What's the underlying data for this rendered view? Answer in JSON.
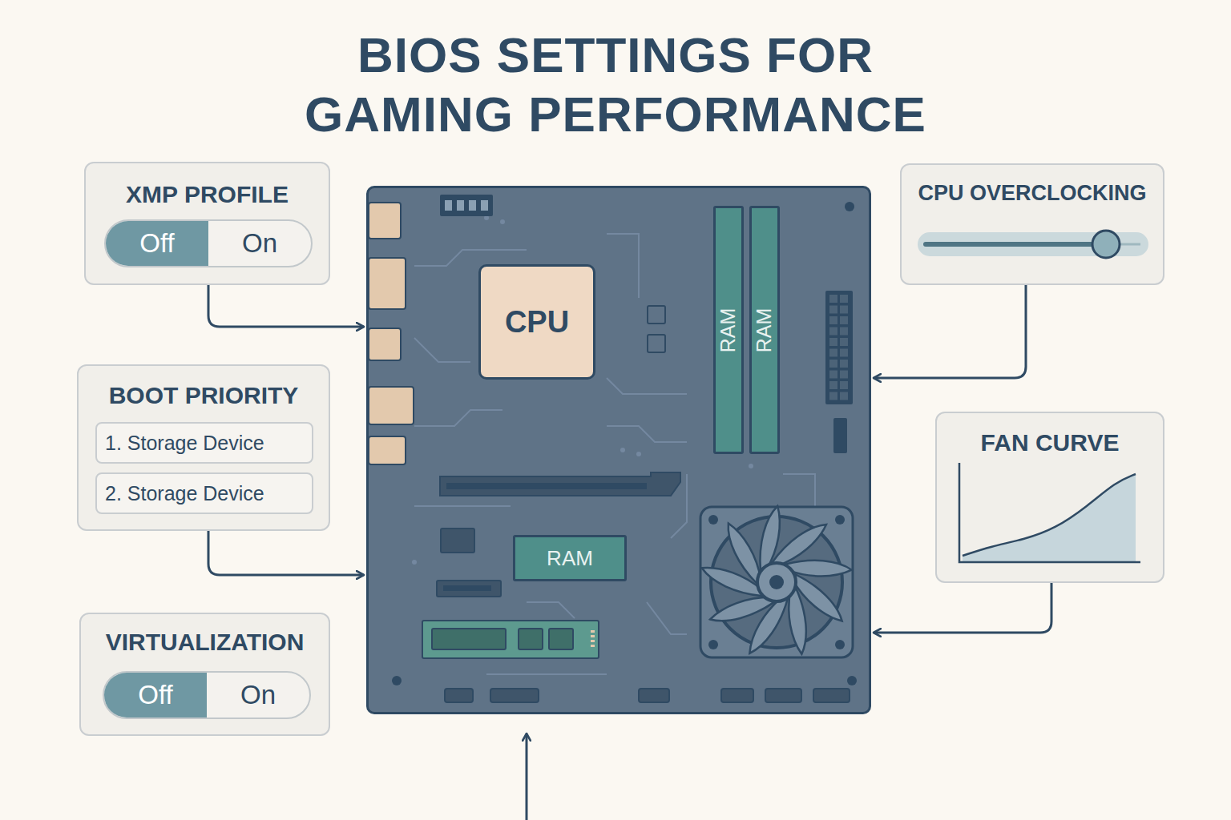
{
  "diagram": {
    "title": "BIOS SETTINGS FOR GAMING PERFORMANCE",
    "nodes": [
      {
        "text": [
          "XMP PROFILE"
        ]
      },
      {
        "text": [
          "Off",
          "On"
        ],
        "in": 0
      },
      {
        "text": []
      },
      {
        "text": [
          "CPU"
        ],
        "in": 2
      },
      {
        "text": [
          "RAM"
        ],
        "in": 2
      },
      {
        "text": [
          "RAM"
        ],
        "in": 2
      },
      {
        "text": [
          "RAM"
        ],
        "in": 2
      },
      {
        "text": [
          "CPU OVERCLOCKING"
        ]
      },
      {
        "text": [
          "BOOT PRIORITY"
        ]
      },
      {
        "text": [
          "1. Storage Device"
        ],
        "in": 8
      },
      {
        "text": [
          "2. Storage Device"
        ],
        "in": 8
      },
      {
        "text": [
          "FAN CURVE"
        ]
      },
      {
        "text": [
          "VIRTUALIZATION"
        ]
      },
      {
        "text": [
          "Off",
          "On"
        ],
        "in": 12
      }
    ],
    "edges": [
      {
        "from": 0,
        "to": 2,
        "arrow": "to"
      },
      {
        "from": 7,
        "to": 2,
        "arrow": "to"
      },
      {
        "from": 8,
        "to": 2,
        "arrow": "to"
      },
      {
        "from": 11,
        "to": 2,
        "arrow": "to"
      }
    ]
  }
}
